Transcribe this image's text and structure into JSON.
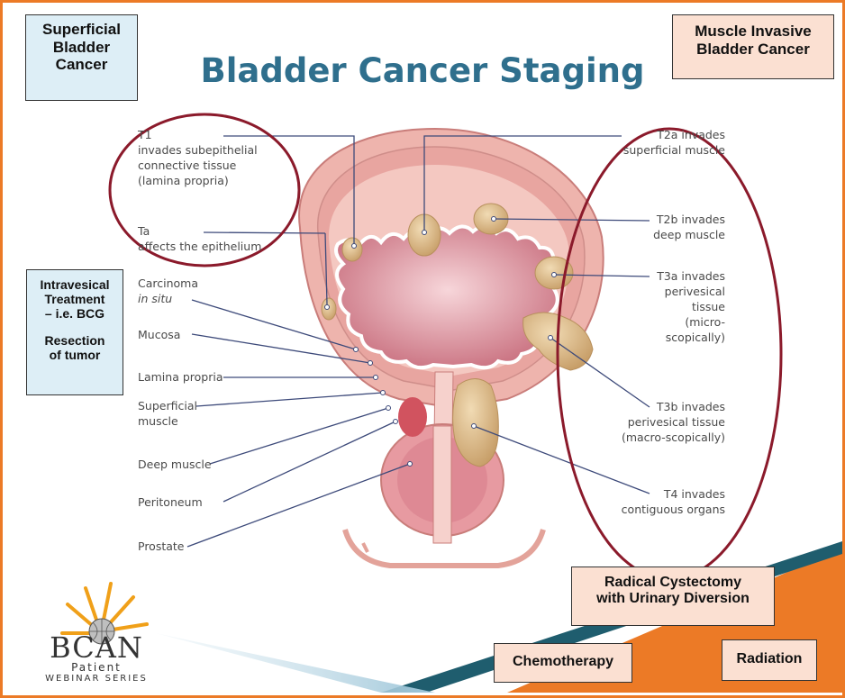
{
  "title": "Bladder Cancer Staging",
  "boxes": {
    "superficial": [
      "Superficial",
      "Bladder",
      "Cancer"
    ],
    "muscle_invasive": [
      "Muscle Invasive",
      "Bladder Cancer"
    ],
    "intravesical": [
      "Intravesical",
      "Treatment",
      "– i.e. BCG",
      "",
      "Resection",
      "of tumor"
    ],
    "cystectomy": [
      "Radical Cystectomy",
      "with Urinary Diversion"
    ],
    "chemotherapy": "Chemotherapy",
    "radiation": "Radiation"
  },
  "left_labels": {
    "t1": [
      "T1",
      "invades subepithelial",
      "connective tissue",
      "(lamina propria)"
    ],
    "ta": [
      "Ta",
      "affects the epithelium"
    ],
    "cis": [
      "Carcinoma",
      "in situ"
    ],
    "mucosa": "Mucosa",
    "lamina_propria": "Lamina propria",
    "superficial_muscle": [
      "Superficial",
      "muscle"
    ],
    "deep_muscle": "Deep muscle",
    "peritoneum": "Peritoneum",
    "prostate": "Prostate"
  },
  "right_labels": {
    "t2a": [
      "T2a invades",
      "superficial muscle"
    ],
    "t2b": [
      "T2b invades",
      "deep muscle"
    ],
    "t3a": [
      "T3a invades",
      "perivesical",
      "tissue",
      "(micro-",
      "scopically)"
    ],
    "t3b": [
      "T3b invades",
      "perivesical tissue",
      "(macro-scopically)"
    ],
    "t4": [
      "T4 invades",
      "contiguous organs"
    ]
  },
  "logo": {
    "brand": "BCAN",
    "line1": "Patient",
    "line2": "WEBINAR SERIES"
  },
  "colors": {
    "border": "#ec7a26",
    "title": "#2f6f8d",
    "ellipse": "#8b1a2b",
    "blue_box": "#ddeef6",
    "peach_box": "#fbe0d2",
    "tumor": "#d9b98a"
  }
}
